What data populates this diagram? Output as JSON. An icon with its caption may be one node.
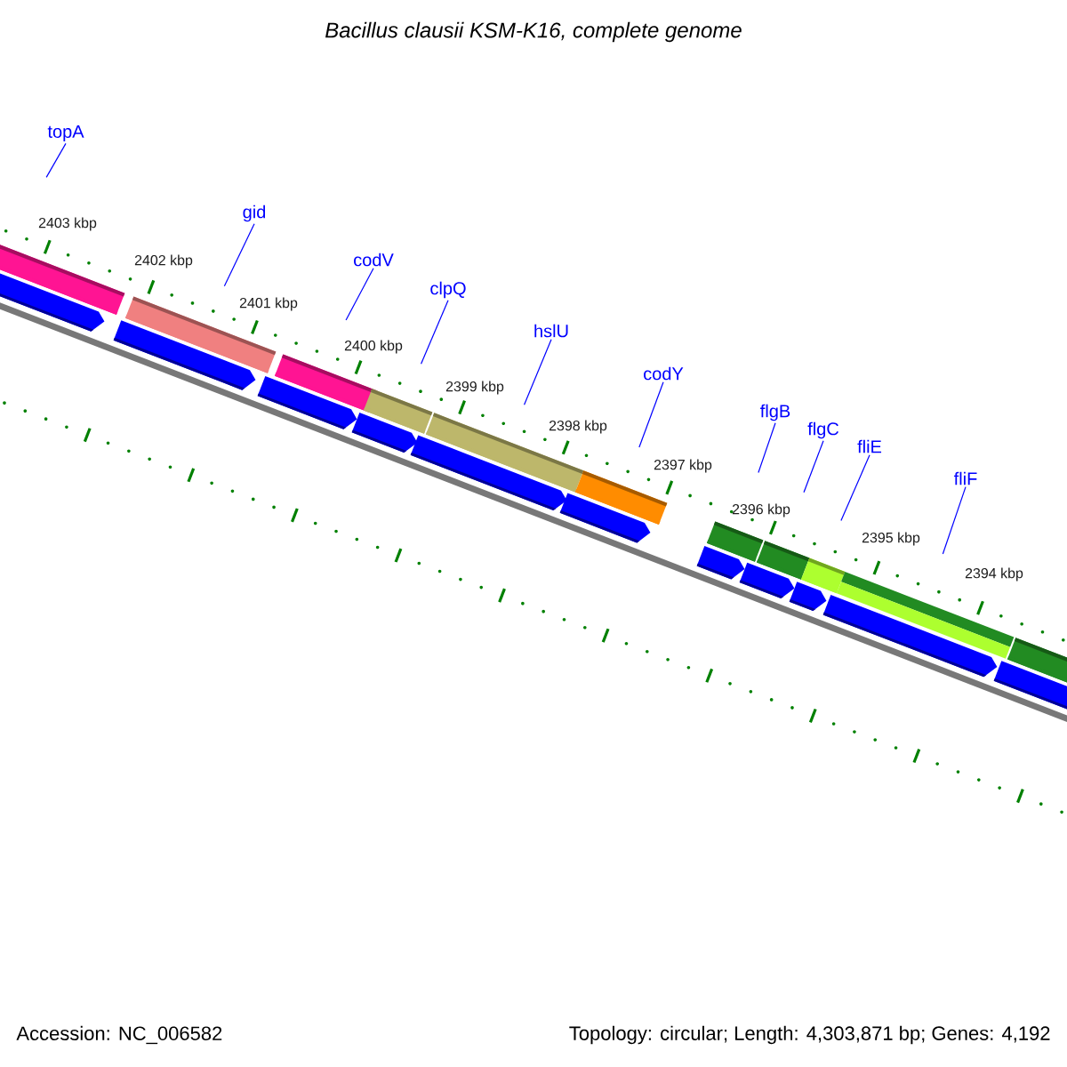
{
  "diagram": {
    "title": "Bacillus clausii KSM-K16, complete genome",
    "nodes": [
      {
        "text": [
          "topA"
        ]
      },
      {
        "text": [
          "gid"
        ]
      },
      {
        "text": [
          "codV"
        ]
      },
      {
        "text": [
          "clpQ"
        ]
      },
      {
        "text": [
          "hslU"
        ]
      },
      {
        "text": [
          "codY"
        ]
      },
      {
        "text": [
          "flgB"
        ]
      },
      {
        "text": [
          "flgC"
        ]
      },
      {
        "text": [
          "fliE"
        ]
      },
      {
        "text": [
          "fliF"
        ]
      }
    ],
    "edges": [
      {
        "from": 0,
        "to": null,
        "arrow": "none"
      },
      {
        "from": 1,
        "to": null,
        "arrow": "none"
      },
      {
        "from": 2,
        "to": null,
        "arrow": "none"
      },
      {
        "from": 3,
        "to": null,
        "arrow": "none"
      },
      {
        "from": 4,
        "to": null,
        "arrow": "none"
      },
      {
        "from": 5,
        "to": null,
        "arrow": "none"
      },
      {
        "from": 6,
        "to": null,
        "arrow": "none"
      },
      {
        "from": 7,
        "to": null,
        "arrow": "none"
      },
      {
        "from": 8,
        "to": null,
        "arrow": "none"
      },
      {
        "from": 9,
        "to": null,
        "arrow": "none"
      }
    ],
    "labels": [
      "2403 kbp",
      "2402 kbp",
      "2401 kbp",
      "2400 kbp",
      "2399 kbp",
      "2398 kbp",
      "2397 kbp",
      "2396 kbp",
      "2395 kbp",
      "2394 kbp",
      "Accession: NC_006582",
      "Topology: circular; Length: 4,303,871 bp; Genes: 4,192"
    ]
  }
}
